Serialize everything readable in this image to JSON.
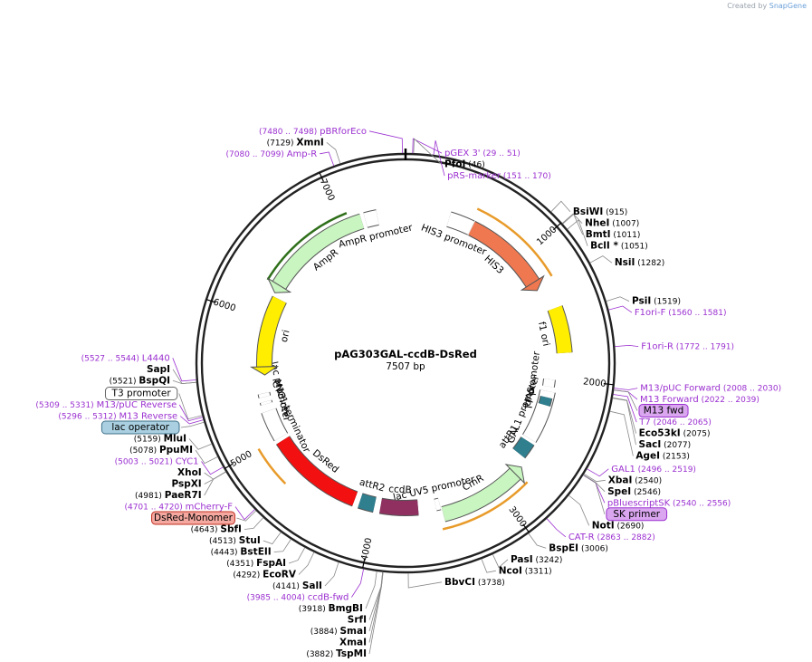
{
  "watermark": {
    "prefix": "Created by",
    "brand": "SnapGene"
  },
  "plasmid": {
    "name": "pAG303GAL-ccdB-DsRed",
    "length": "7507 bp",
    "total_bp": 7507
  },
  "ticks": [
    "1000",
    "2000",
    "3000",
    "4000",
    "5000",
    "6000",
    "7000"
  ],
  "colors": {
    "enzyme": "#000000",
    "primer": "#9b30d0",
    "ring": "#222222"
  },
  "sites": [
    {
      "name": "PfoI",
      "pos": "(46)",
      "bp": 46
    },
    {
      "name": "BsiWI",
      "pos": "(915)",
      "bp": 915
    },
    {
      "name": "NheI",
      "pos": "(1007)",
      "bp": 1007
    },
    {
      "name": "BmtI",
      "pos": "(1011)",
      "bp": 1011
    },
    {
      "name": "BclI *",
      "pos": "(1051)",
      "bp": 1051
    },
    {
      "name": "NsiI",
      "pos": "(1282)",
      "bp": 1282
    },
    {
      "name": "PsiI",
      "pos": "(1519)",
      "bp": 1519
    },
    {
      "name": "Eco53kI",
      "pos": "(2075)",
      "bp": 2075
    },
    {
      "name": "SacI",
      "pos": "(2077)",
      "bp": 2077
    },
    {
      "name": "AgeI",
      "pos": "(2153)",
      "bp": 2153
    },
    {
      "name": "XbaI",
      "pos": "(2540)",
      "bp": 2540
    },
    {
      "name": "SpeI",
      "pos": "(2546)",
      "bp": 2546
    },
    {
      "name": "NotI",
      "pos": "(2690)",
      "bp": 2690
    },
    {
      "name": "BspEI",
      "pos": "(3006)",
      "bp": 3006
    },
    {
      "name": "PasI",
      "pos": "(3242)",
      "bp": 3242
    },
    {
      "name": "NcoI",
      "pos": "(3311)",
      "bp": 3311
    },
    {
      "name": "BbvCI",
      "pos": "(3738)",
      "bp": 3738
    },
    {
      "name": "SrfI",
      "pos": "",
      "bp": 3884
    },
    {
      "name": "XmaI",
      "pos": "",
      "bp": 3882
    },
    {
      "name": "TspMI",
      "pos": "(3882)",
      "bp": 3882
    },
    {
      "name": "SmaI",
      "pos": "(3884)",
      "bp": 3884
    },
    {
      "name": "BmgBI",
      "pos": "(3918)",
      "bp": 3918
    },
    {
      "name": "SalI",
      "pos": "(4141)",
      "bp": 4141
    },
    {
      "name": "EcoRV",
      "pos": "(4292)",
      "bp": 4292
    },
    {
      "name": "FspAI",
      "pos": "(4351)",
      "bp": 4351
    },
    {
      "name": "BstEII",
      "pos": "(4443)",
      "bp": 4443
    },
    {
      "name": "StuI",
      "pos": "(4513)",
      "bp": 4513
    },
    {
      "name": "SbfI",
      "pos": "(4643)",
      "bp": 4643
    },
    {
      "name": "XhoI",
      "pos": "",
      "bp": 4981
    },
    {
      "name": "PspXI",
      "pos": "",
      "bp": 4981
    },
    {
      "name": "PaeR7I",
      "pos": "(4981)",
      "bp": 4981
    },
    {
      "name": "PpuMI",
      "pos": "(5078)",
      "bp": 5078
    },
    {
      "name": "MluI",
      "pos": "(5159)",
      "bp": 5159
    },
    {
      "name": "SapI",
      "pos": "",
      "bp": 5521
    },
    {
      "name": "BspQI",
      "pos": "(5521)",
      "bp": 5521
    },
    {
      "name": "XmnI",
      "pos": "(7129)",
      "bp": 7129
    }
  ],
  "primers": [
    {
      "name": "pBRforEco",
      "range": "(7480 .. 7498)",
      "bp": 7489
    },
    {
      "name": "pGEX 3'",
      "range": "(29 .. 51)",
      "bp": 40
    },
    {
      "name": "pRS-marker",
      "range": "(151 .. 170)",
      "bp": 160
    },
    {
      "name": "Amp-R",
      "range": "(7080 .. 7099)",
      "bp": 7090
    },
    {
      "name": "F1ori-F",
      "range": "(1560 .. 1581)",
      "bp": 1570
    },
    {
      "name": "F1ori-R",
      "range": "(1772 .. 1791)",
      "bp": 1782
    },
    {
      "name": "M13/pUC Forward",
      "range": "(2008 .. 2030)",
      "bp": 2019
    },
    {
      "name": "M13 Forward",
      "range": "(2022 .. 2039)",
      "bp": 2030
    },
    {
      "name": "T7",
      "range": "(2046 .. 2065)",
      "bp": 2055
    },
    {
      "name": "GAL1",
      "range": "(2496 .. 2519)",
      "bp": 2507
    },
    {
      "name": "pBluescriptSK",
      "range": "(2540 .. 2556)",
      "bp": 2548
    },
    {
      "name": "CAT-R",
      "range": "(2863 .. 2882)",
      "bp": 2872
    },
    {
      "name": "ccdB-fwd",
      "range": "(3985 .. 4004)",
      "bp": 3994
    },
    {
      "name": "mCherry-F",
      "range": "(4701 .. 4720)",
      "bp": 4710
    },
    {
      "name": "CYC1",
      "range": "(5003 .. 5021)",
      "bp": 5012
    },
    {
      "name": "M13 Reverse",
      "range": "(5296 .. 5312)",
      "bp": 5304
    },
    {
      "name": "M13/pUC Reverse",
      "range": "(5309 .. 5331)",
      "bp": 5320
    },
    {
      "name": "L4440",
      "range": "(5527 .. 5544)",
      "bp": 5535
    }
  ],
  "boxed_labels": [
    {
      "name": "M13 fwd",
      "fill": "#d9a6ef",
      "stroke": "#9b30d0",
      "bp": 2030
    },
    {
      "name": "SK primer",
      "fill": "#d9a6ef",
      "stroke": "#9b30d0",
      "bp": 2548
    },
    {
      "name": "DsRed-Monomer",
      "fill": "#f4a8a0",
      "stroke": "#c03020",
      "bp": 4700
    },
    {
      "name": "T3 promoter",
      "fill": "#ffffff",
      "stroke": "#666666",
      "bp": 5330
    },
    {
      "name": "lac operator",
      "fill": "#a9cfe0",
      "stroke": "#40708a",
      "bp": 5290
    }
  ],
  "features": [
    {
      "name": "HIS3",
      "color": "#f07850",
      "start": 545,
      "end": 1205,
      "dir": 1,
      "arrow": true
    },
    {
      "name": "HIS3 promoter",
      "color": "#ffffff",
      "start": 350,
      "end": 540,
      "dir": 1,
      "arrow": false
    },
    {
      "name": "f1 ori",
      "color": "#ffee00",
      "start": 1455,
      "end": 1800,
      "dir": -1,
      "arrow": false
    },
    {
      "name": "T7 promoter",
      "color": "#ffffff",
      "start": 2010,
      "end": 2070,
      "dir": 1,
      "arrow": false
    },
    {
      "name": "GAL1 promoter",
      "color": "#ffffff",
      "start": 2110,
      "end": 2530,
      "dir": 1,
      "arrow": false
    },
    {
      "name": "UAS",
      "color": "#2f7f8f",
      "start": 2160,
      "end": 2225,
      "dir": 0,
      "arrow": false
    },
    {
      "name": "attR1",
      "color": "#2f7f8f",
      "start": 2555,
      "end": 2680,
      "dir": 1,
      "arrow": false
    },
    {
      "name": "CmR",
      "color": "#c8f5c0",
      "start": 2820,
      "end": 3460,
      "dir": -1,
      "arrow": true
    },
    {
      "name": "lac UV5 promoter",
      "color": "#ffffff",
      "start": 3470,
      "end": 3505,
      "dir": -1,
      "arrow": false
    },
    {
      "name": "ccdB",
      "color": "#903060",
      "start": 3650,
      "end": 3960,
      "dir": -1,
      "arrow": false
    },
    {
      "name": "attR2",
      "color": "#2f7f8f",
      "start": 4010,
      "end": 4135,
      "dir": -1,
      "arrow": false
    },
    {
      "name": "DsRed",
      "color": "#f21010",
      "start": 4180,
      "end": 4960,
      "dir": -1,
      "arrow": false
    },
    {
      "name": "CYC1 terminator",
      "color": "#ffffff",
      "start": 4990,
      "end": 5230,
      "dir": -1,
      "arrow": false
    },
    {
      "name": "M13 rev",
      "color": "#ffffff",
      "start": 5290,
      "end": 5310,
      "dir": -1,
      "arrow": false
    },
    {
      "name": "lac promoter",
      "color": "#ffffff",
      "start": 5350,
      "end": 5380,
      "dir": -1,
      "arrow": false
    },
    {
      "name": "ori",
      "color": "#ffee00",
      "start": 5600,
      "end": 6189,
      "dir": -1,
      "arrow": true
    },
    {
      "name": "AmpR",
      "color": "#c8f5c0",
      "start": 6290,
      "end": 7150,
      "dir": -1,
      "arrow": true
    },
    {
      "name": "AmpR promoter",
      "color": "#ffffff",
      "start": 7180,
      "end": 7280,
      "dir": -1,
      "arrow": false
    }
  ],
  "arcs": [
    {
      "name": "orange-arc-his3",
      "color": "#e89b2a",
      "start": 520,
      "end": 1235
    },
    {
      "name": "orange-arc-cmr",
      "color": "#e89b2a",
      "start": 2800,
      "end": 3490
    },
    {
      "name": "orange-arc-dsred",
      "color": "#e89b2a",
      "start": 4690,
      "end": 5000
    },
    {
      "name": "green-arc-ampr",
      "color": "#2f6f1a",
      "start": 6280,
      "end": 7060
    }
  ]
}
